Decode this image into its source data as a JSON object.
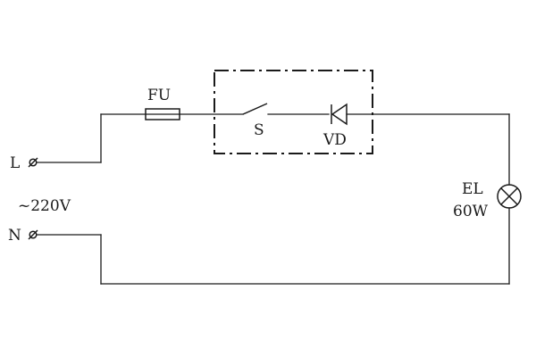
{
  "labels": {
    "fuse": "FU",
    "switch": "S",
    "diode": "VD",
    "line_terminal": "L",
    "neutral_terminal": "N",
    "supply": "~220V",
    "lamp_name": "EL",
    "lamp_power": "60W"
  },
  "colors": {
    "ink": "#1a1a1a",
    "background": "#ffffff"
  }
}
